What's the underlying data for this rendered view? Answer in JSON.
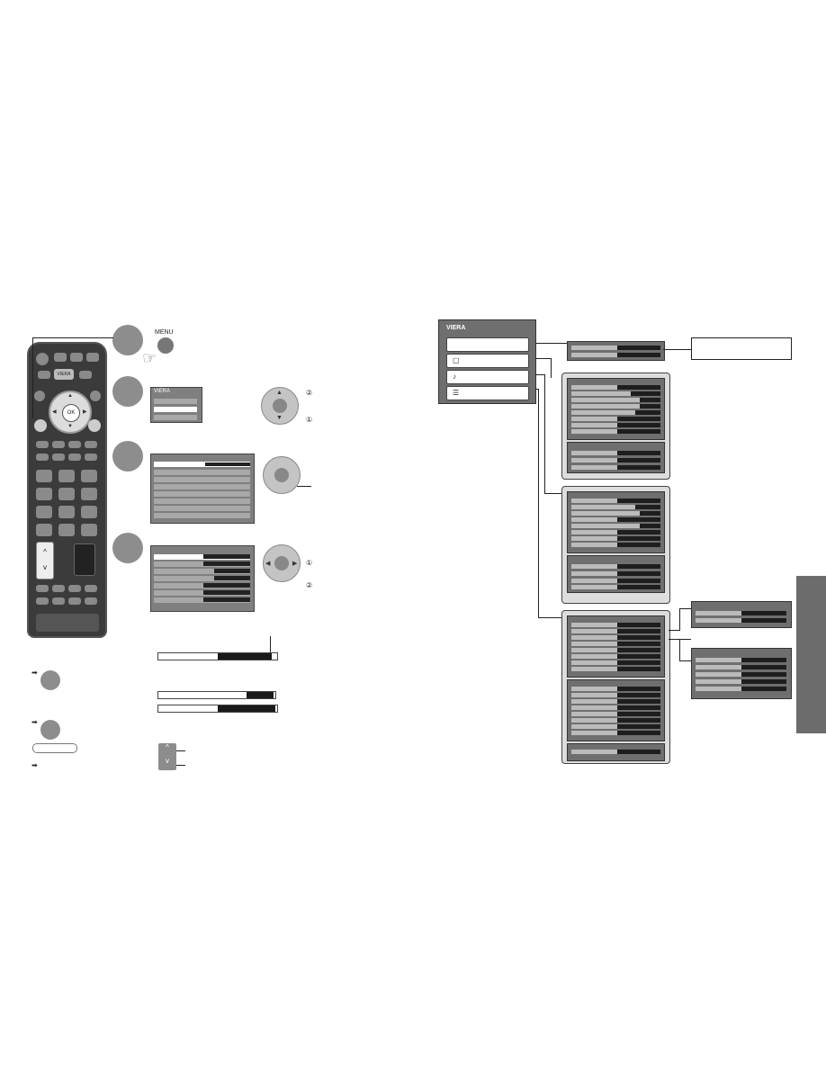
{
  "remote": {
    "brand": "VIERA",
    "ok_label": "OK",
    "menu_label": "MENU"
  },
  "steps": {
    "menu_button_label": "MENU"
  },
  "main_menu": {
    "logo": "VIERA"
  },
  "callouts": {
    "circle_1": "①",
    "circle_2": "②"
  },
  "colors": {
    "panel_gray": "#6f6f6f",
    "menu_dark": "#1e1e1e",
    "step_gray": "#8d8d8d"
  }
}
